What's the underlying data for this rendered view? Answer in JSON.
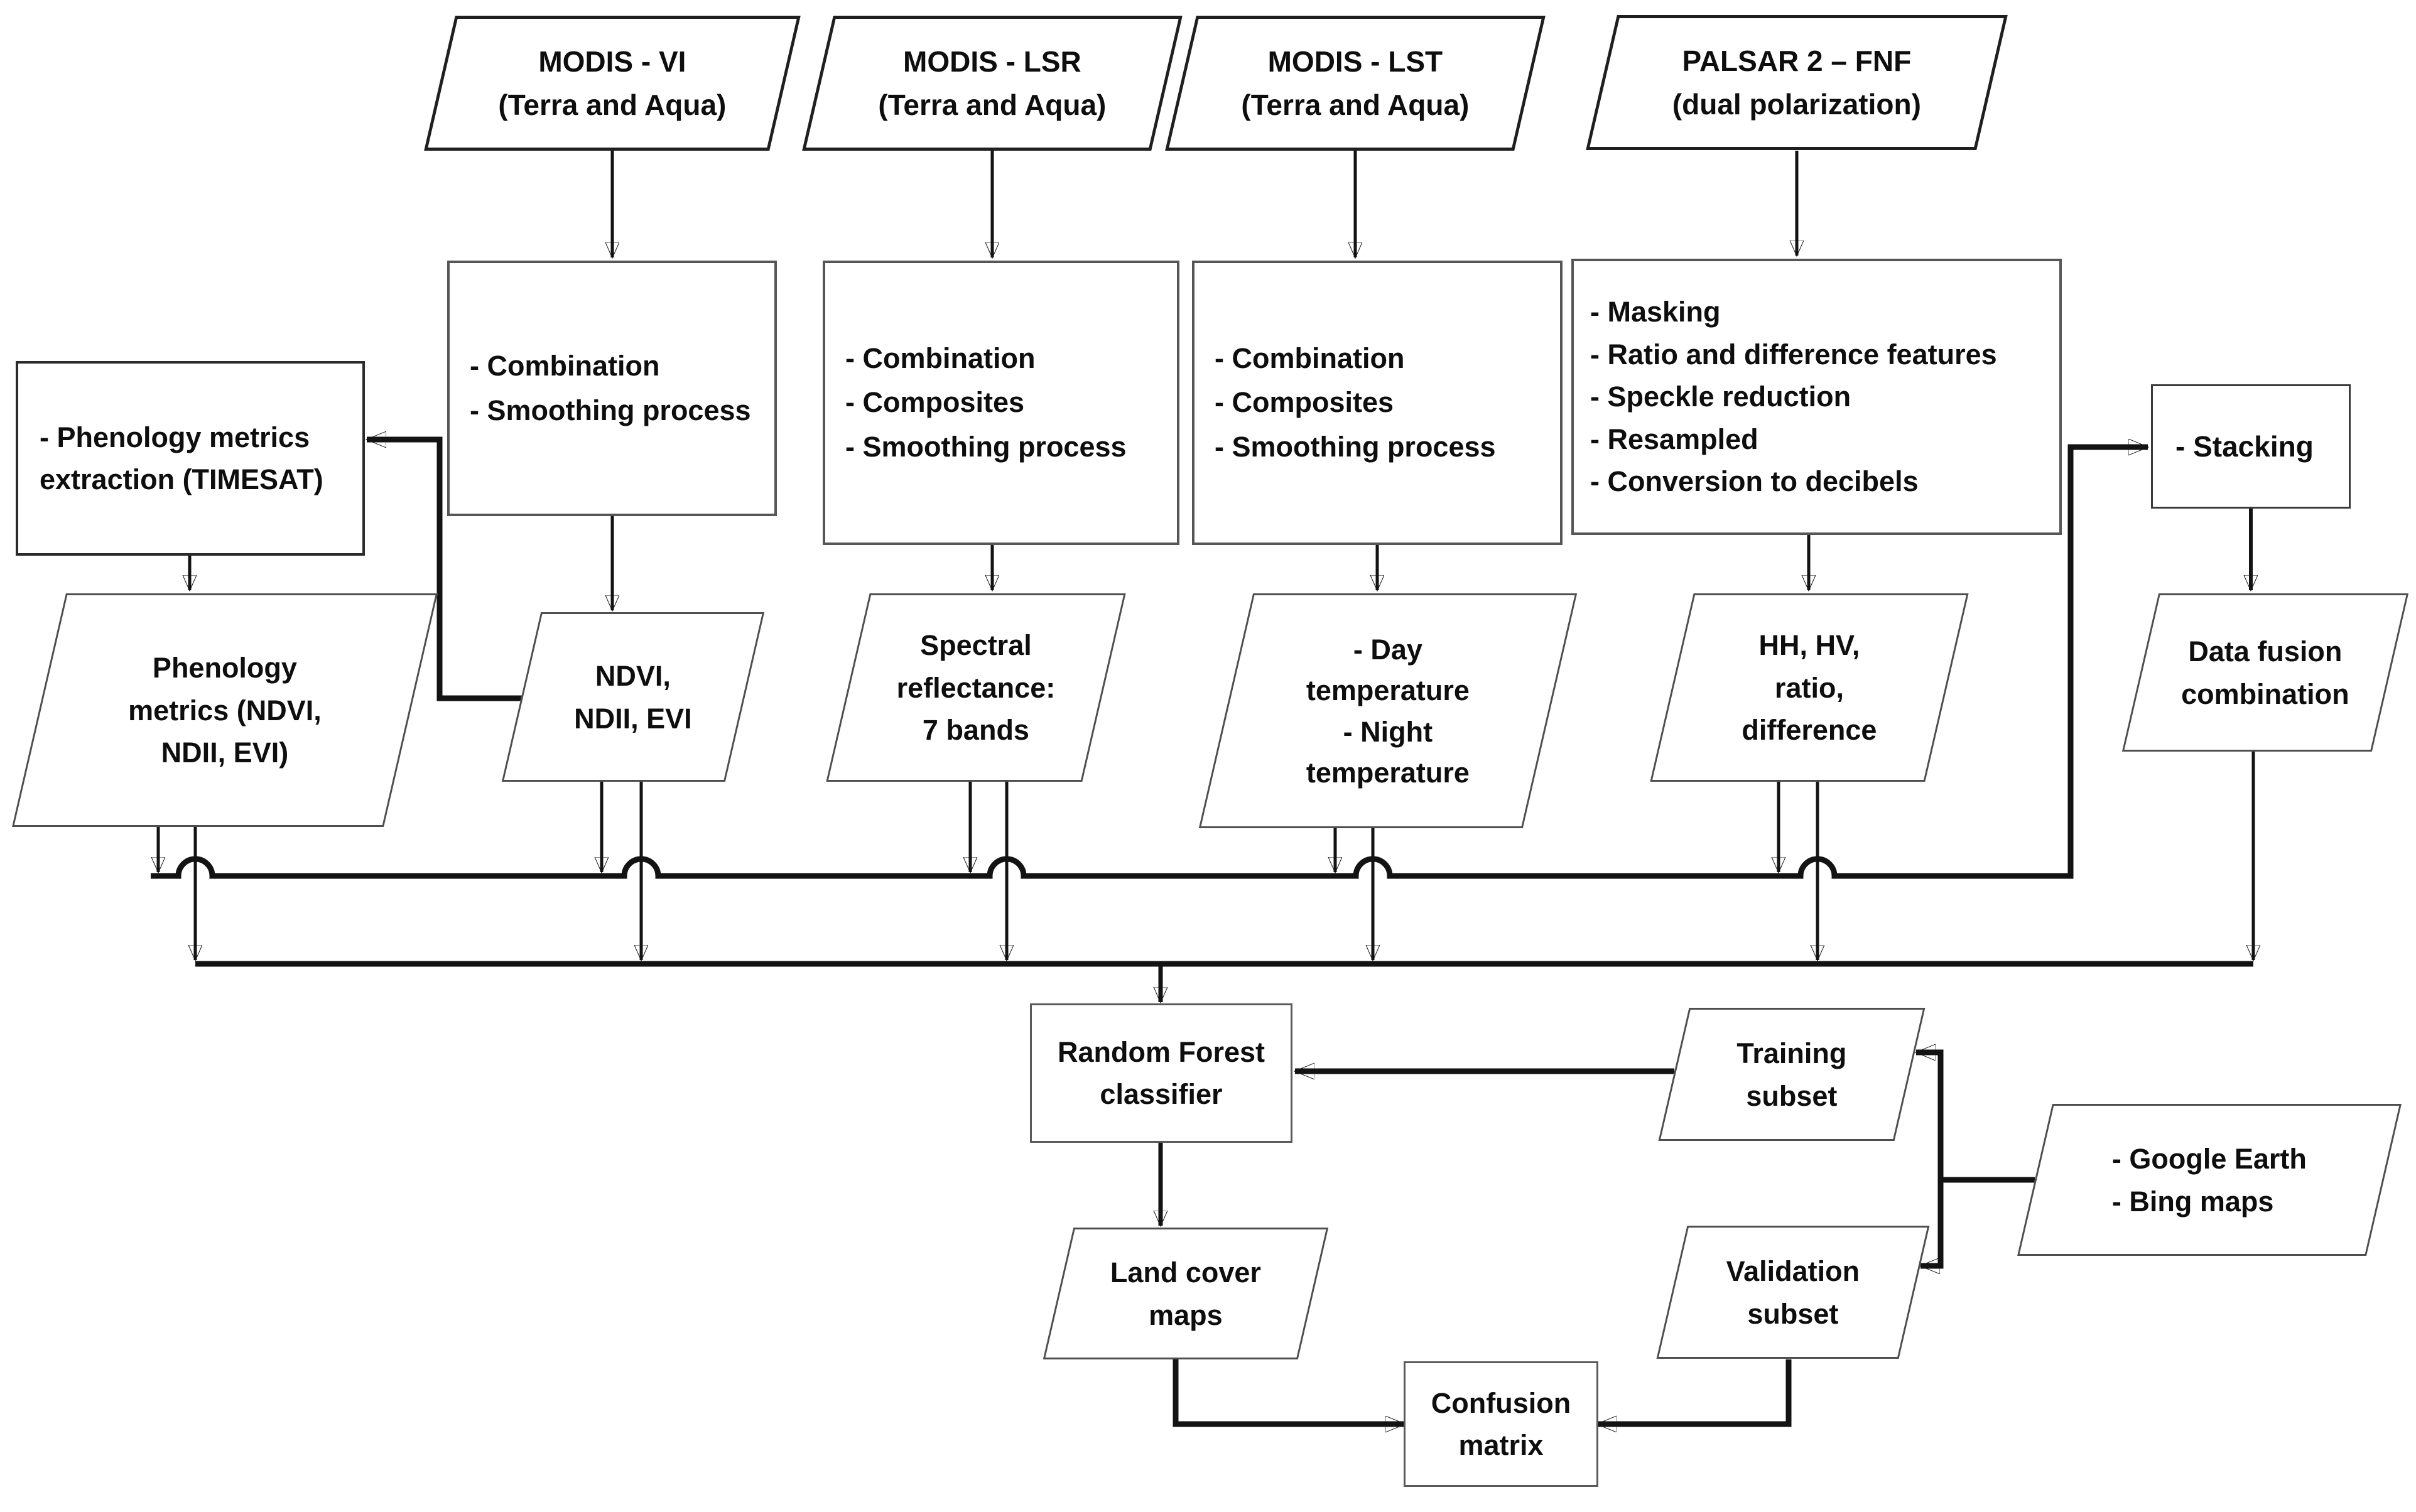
{
  "diagram": {
    "background": "#ffffff",
    "line_color": "#131313",
    "text_color": "#0e0e0e",
    "shape_fill": "#ffffff"
  },
  "nodes": {
    "modis_vi": {
      "shape": "parallelogram",
      "lines": [
        "MODIS - VI",
        "(Terra and Aqua)"
      ]
    },
    "modis_lsr": {
      "shape": "parallelogram",
      "lines": [
        "MODIS - LSR",
        "(Terra and Aqua)"
      ]
    },
    "modis_lst": {
      "shape": "parallelogram",
      "lines": [
        "MODIS - LST",
        "(Terra and Aqua)"
      ]
    },
    "palsar_fnf": {
      "shape": "parallelogram",
      "lines": [
        "PALSAR 2 – FNF",
        "(dual polarization)"
      ]
    },
    "proc_vi": {
      "shape": "rect",
      "lines": [
        "- Combination",
        "- Smoothing process"
      ]
    },
    "proc_lsr": {
      "shape": "rect",
      "lines": [
        "- Combination",
        "- Composites",
        "- Smoothing process"
      ]
    },
    "proc_lst": {
      "shape": "rect",
      "lines": [
        "- Combination",
        "- Composites",
        "- Smoothing process"
      ]
    },
    "proc_palsar": {
      "shape": "rect",
      "lines": [
        "- Masking",
        "- Ratio and difference features",
        "- Speckle reduction",
        "- Resampled",
        "- Conversion to decibels"
      ]
    },
    "phenology_extraction": {
      "shape": "rect",
      "lines": [
        "- Phenology metrics",
        "extraction (TIMESAT)"
      ]
    },
    "stacking": {
      "shape": "rect",
      "lines": [
        "- Stacking"
      ]
    },
    "phenology_metrics": {
      "shape": "parallelogram",
      "lines": [
        "Phenology",
        "metrics (NDVI,",
        "NDII, EVI)"
      ]
    },
    "ndvi_ndii_evi": {
      "shape": "parallelogram",
      "lines": [
        "NDVI,",
        "NDII, EVI"
      ]
    },
    "spectral_reflectance": {
      "shape": "parallelogram",
      "lines": [
        "Spectral",
        "reflectance:",
        "7 bands"
      ]
    },
    "day_night_temperature": {
      "shape": "parallelogram",
      "lines": [
        "- Day",
        "temperature",
        "- Night",
        "temperature"
      ]
    },
    "hh_hv_ratio_difference": {
      "shape": "parallelogram",
      "lines": [
        "HH, HV,",
        "ratio,",
        "difference"
      ]
    },
    "data_fusion": {
      "shape": "parallelogram",
      "lines": [
        "Data fusion",
        "combination"
      ]
    },
    "random_forest": {
      "shape": "rect",
      "lines": [
        "Random Forest",
        "classifier"
      ]
    },
    "training_subset": {
      "shape": "parallelogram",
      "lines": [
        "Training",
        "subset"
      ]
    },
    "google_bing": {
      "shape": "parallelogram",
      "lines": [
        "- Google Earth",
        "- Bing maps"
      ]
    },
    "land_cover_maps": {
      "shape": "parallelogram",
      "lines": [
        "Land cover",
        "maps"
      ]
    },
    "validation_subset": {
      "shape": "parallelogram",
      "lines": [
        "Validation",
        "subset"
      ]
    },
    "confusion_matrix": {
      "shape": "rect",
      "lines": [
        "Confusion",
        "matrix"
      ]
    }
  },
  "edges": [
    {
      "from": "modis_vi",
      "to": "proc_vi"
    },
    {
      "from": "modis_lsr",
      "to": "proc_lsr"
    },
    {
      "from": "modis_lst",
      "to": "proc_lst"
    },
    {
      "from": "palsar_fnf",
      "to": "proc_palsar"
    },
    {
      "from": "proc_vi",
      "to": "ndvi_ndii_evi"
    },
    {
      "from": "proc_lsr",
      "to": "spectral_reflectance"
    },
    {
      "from": "proc_lst",
      "to": "day_night_temperature"
    },
    {
      "from": "proc_palsar",
      "to": "hh_hv_ratio_difference"
    },
    {
      "from": "ndvi_ndii_evi",
      "to": "phenology_extraction",
      "note": "feedback"
    },
    {
      "from": "phenology_extraction",
      "to": "phenology_metrics"
    },
    {
      "from": "phenology_metrics",
      "to": "stacking",
      "via": "upper-bus"
    },
    {
      "from": "ndvi_ndii_evi",
      "to": "stacking",
      "via": "upper-bus"
    },
    {
      "from": "spectral_reflectance",
      "to": "stacking",
      "via": "upper-bus"
    },
    {
      "from": "day_night_temperature",
      "to": "stacking",
      "via": "upper-bus"
    },
    {
      "from": "hh_hv_ratio_difference",
      "to": "stacking",
      "via": "upper-bus"
    },
    {
      "from": "stacking",
      "to": "data_fusion"
    },
    {
      "from": "phenology_metrics",
      "to": "random_forest",
      "via": "lower-bus"
    },
    {
      "from": "ndvi_ndii_evi",
      "to": "random_forest",
      "via": "lower-bus"
    },
    {
      "from": "spectral_reflectance",
      "to": "random_forest",
      "via": "lower-bus"
    },
    {
      "from": "day_night_temperature",
      "to": "random_forest",
      "via": "lower-bus"
    },
    {
      "from": "hh_hv_ratio_difference",
      "to": "random_forest",
      "via": "lower-bus"
    },
    {
      "from": "data_fusion",
      "to": "random_forest",
      "via": "lower-bus"
    },
    {
      "from": "training_subset",
      "to": "random_forest"
    },
    {
      "from": "google_bing",
      "to": "training_subset"
    },
    {
      "from": "google_bing",
      "to": "validation_subset"
    },
    {
      "from": "random_forest",
      "to": "land_cover_maps"
    },
    {
      "from": "land_cover_maps",
      "to": "confusion_matrix"
    },
    {
      "from": "validation_subset",
      "to": "confusion_matrix"
    }
  ]
}
